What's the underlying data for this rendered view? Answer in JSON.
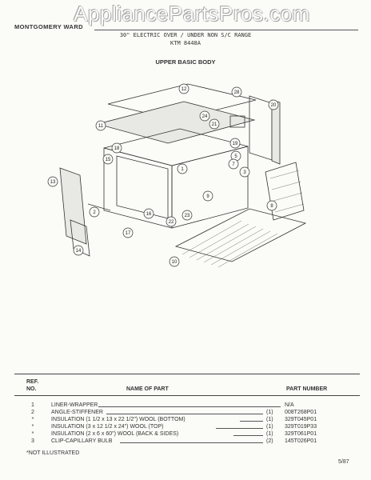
{
  "header": {
    "brand": "MONTGOMERY WARD",
    "watermark": "AppliancePartsPros.com",
    "subtitle_line1": "30\" ELECTRIC OVER / UNDER NON S/C RANGE",
    "subtitle_line2": "KTM 8448A",
    "section_title": "UPPER BASIC BODY"
  },
  "callouts": [
    "12",
    "11",
    "24",
    "21",
    "28",
    "20",
    "18",
    "19",
    "15",
    "1",
    "5",
    "2",
    "8",
    "13",
    "7",
    "3",
    "17",
    "16",
    "22",
    "23",
    "9",
    "14",
    "10"
  ],
  "parts_table": {
    "headers": {
      "ref": "REF.",
      "no": "NO.",
      "name": "NAME OF PART",
      "part_number": "PART NUMBER"
    },
    "rows": [
      {
        "ref": "1",
        "name": "LINER-WRAPPER",
        "qty": "",
        "part_number": "N/A"
      },
      {
        "ref": "2",
        "name": "ANGLE-STIFFENER",
        "qty": "(1)",
        "part_number": "008T268P01"
      },
      {
        "ref": "*",
        "name": "INSULATION (1 1/2 x 13 x 22 1/2\") WOOL (BOTTOM)",
        "qty": "(1)",
        "part_number": "329T045P01"
      },
      {
        "ref": "*",
        "name": "INSULATION (3 x 12 1/2 x 24\") WOOL (TOP)",
        "qty": "(1)",
        "part_number": "329T019P33"
      },
      {
        "ref": "*",
        "name": "INSULATION (2 x 6 x 60\") WOOL (BACK & SIDES)",
        "qty": "(1)",
        "part_number": "329T061P01"
      },
      {
        "ref": "3",
        "name": "CLIP-CAPILLARY BULB",
        "qty": "(2)",
        "part_number": "145T026P01"
      }
    ]
  },
  "footnote": "*NOT ILLUSTRATED",
  "date": "5/87"
}
